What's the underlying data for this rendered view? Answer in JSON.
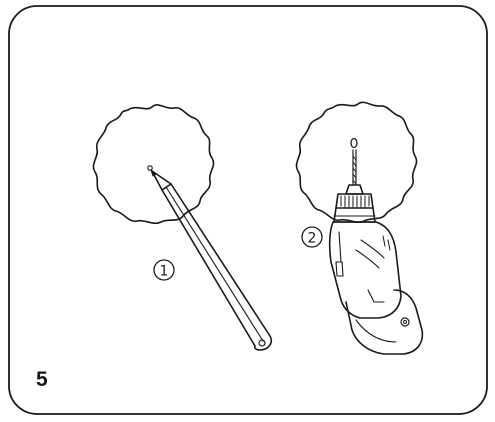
{
  "step": {
    "number": "5"
  },
  "callouts": {
    "mark": "1",
    "drill": "2"
  },
  "icons": {
    "mark_tool": "pencil-icon",
    "drill_tool": "power-drill-icon"
  },
  "colors": {
    "line": "#1a1a1a",
    "background": "#ffffff"
  }
}
